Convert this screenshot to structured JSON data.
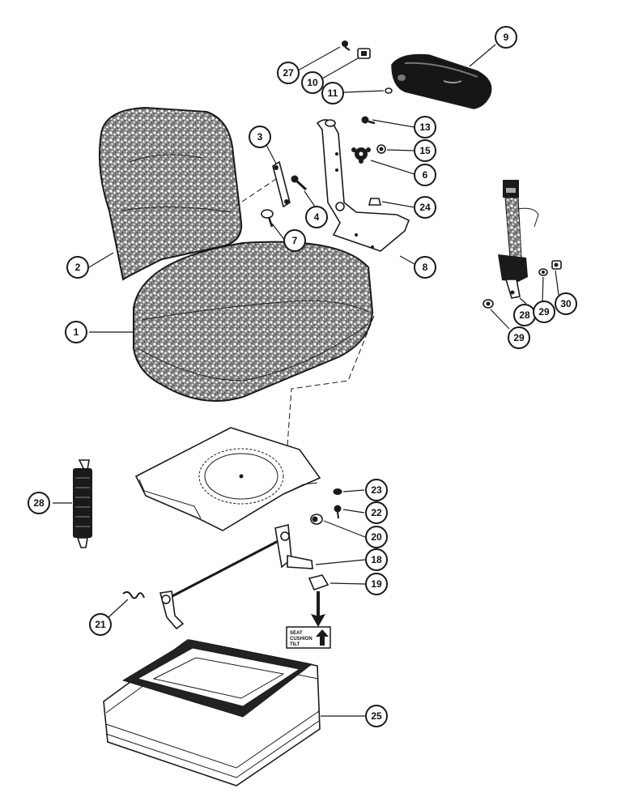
{
  "callouts": {
    "c1": "1",
    "c2": "2",
    "c3": "3",
    "c4": "4",
    "c6": "6",
    "c7": "7",
    "c8": "8",
    "c9": "9",
    "c10": "10",
    "c11": "11",
    "c13": "13",
    "c15": "15",
    "c18": "18",
    "c19": "19",
    "c20": "20",
    "c21": "21",
    "c22": "22",
    "c23": "23",
    "c24": "24",
    "c25": "25",
    "c27": "27",
    "c28_belt": "28",
    "c28_spring": "28",
    "c29_a": "29",
    "c29_b": "29",
    "c30": "30"
  },
  "decal": {
    "line1": "SEAT",
    "line2": "CUSHION",
    "line3": "TILT"
  },
  "colors": {
    "ink": "#1a1a1a",
    "paper": "#ffffff"
  }
}
